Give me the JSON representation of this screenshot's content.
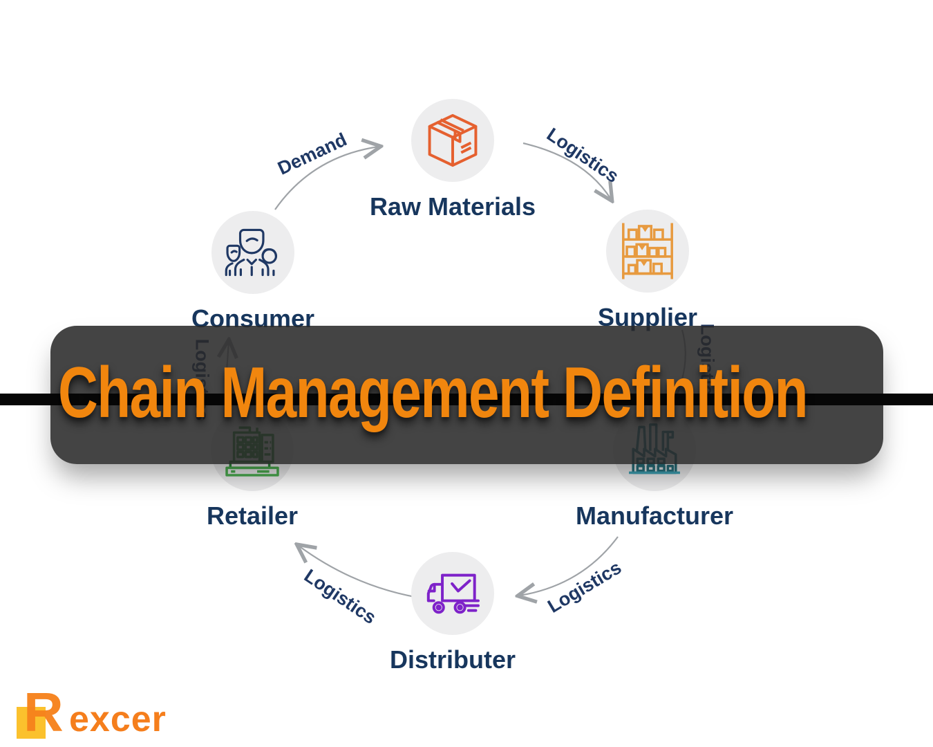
{
  "title": {
    "text": "Chain Management Definition",
    "color": "#F1860E"
  },
  "overlay": {
    "band_color": "#282828",
    "divider_color": "#070707"
  },
  "nodes": [
    {
      "id": "raw-materials",
      "label": "Raw Materials",
      "icon": "box-icon",
      "accent": "#E5602F"
    },
    {
      "id": "supplier",
      "label": "Supplier",
      "icon": "shelf-icon",
      "accent": "#E79A3F"
    },
    {
      "id": "manufacturer",
      "label": "Manufacturer",
      "icon": "factory-icon",
      "accent": "#2A7480"
    },
    {
      "id": "distributer",
      "label": "Distributer",
      "icon": "truck-icon",
      "accent": "#7E22C9"
    },
    {
      "id": "retailer",
      "label": "Retailer",
      "icon": "register-icon",
      "accent": "#3DA14A"
    },
    {
      "id": "consumer",
      "label": "Consumer",
      "icon": "people-icon",
      "accent": "#1F3864"
    }
  ],
  "edges": [
    {
      "from": "consumer",
      "to": "raw-materials",
      "label": "Demand"
    },
    {
      "from": "raw-materials",
      "to": "supplier",
      "label": "Logistics"
    },
    {
      "from": "supplier",
      "to": "manufacturer",
      "label": "Logistics"
    },
    {
      "from": "manufacturer",
      "to": "distributer",
      "label": "Logistics"
    },
    {
      "from": "distributer",
      "to": "retailer",
      "label": "Logistics"
    },
    {
      "from": "retailer",
      "to": "consumer",
      "label": "Logistics"
    }
  ],
  "label_color": "#17365D",
  "logo": {
    "mark": "R",
    "text": "excer"
  }
}
